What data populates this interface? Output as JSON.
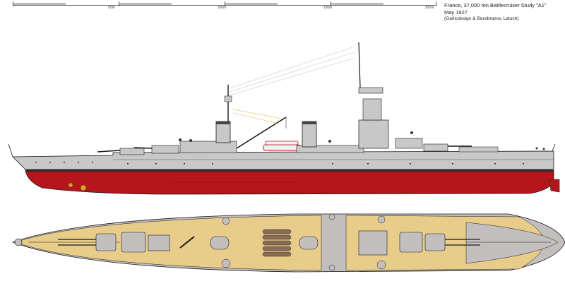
{
  "scale": {
    "labels": [
      "50m",
      "100m",
      "150m",
      "200m"
    ]
  },
  "caption": {
    "line1": "France, 37,000 ton Battlecruiser Study \"A1\"",
    "line2": "May 1927",
    "line3": "(Garlicdesign & Bezobrazov, Latuch)"
  },
  "colors": {
    "hull_gray": "#c8c8c8",
    "hull_red": "#b5161c",
    "deck_wood": "#e8cc8a",
    "deck_steel": "#c3bfbf",
    "outline": "#1a1a1a"
  }
}
